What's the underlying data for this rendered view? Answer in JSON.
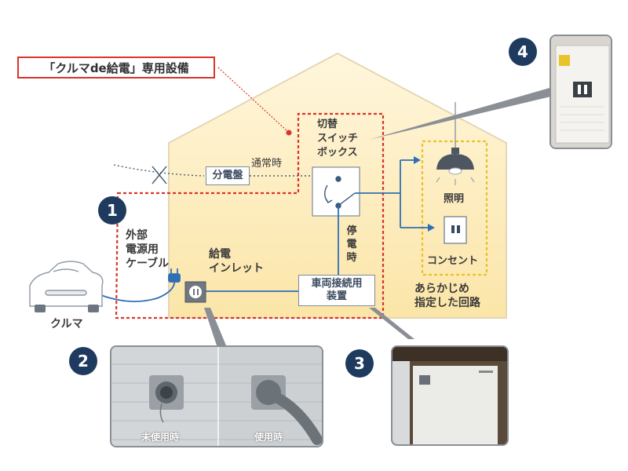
{
  "title": "「クルマde給電」専用設備",
  "labels": {
    "panel": "分電盤",
    "normal": "通常時",
    "switch_box": [
      "切替",
      "スイッチ",
      "ボックス"
    ],
    "outage": "停電時",
    "vehicle_device": [
      "車両接続用",
      "装置"
    ],
    "inlet": [
      "給電",
      "インレット"
    ],
    "cable": [
      "外部",
      "電源用",
      "ケーブル"
    ],
    "car": "クルマ",
    "light": "照明",
    "outlet": "コンセント",
    "circuit": [
      "あらかじめ",
      "指定した回路"
    ]
  },
  "badges": [
    "1",
    "2",
    "3",
    "4"
  ],
  "photo2": {
    "captions": [
      "未使用時",
      "使用時"
    ]
  },
  "colors": {
    "house_fill": "#fdf4d6",
    "red_dashed": "#d9342b",
    "blue_wire": "#2f6fb5",
    "yellow_dashed": "#e8c32a",
    "badge": "#1f3a5f"
  }
}
